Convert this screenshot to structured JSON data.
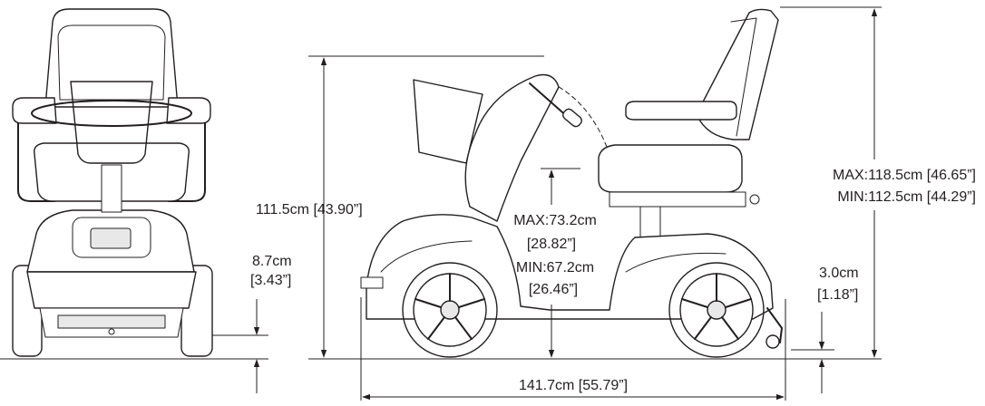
{
  "dimensions": {
    "height_front": "111.5cm [43.90”]",
    "ground_clearance_cm": "8.7cm",
    "ground_clearance_in": "[3.43”]",
    "tiller_max_cm": "MAX:73.2cm",
    "tiller_max_in": "[28.82”]",
    "tiller_min_cm": "MIN:67.2cm",
    "tiller_min_in": "[26.46”]",
    "seat_max": "MAX:118.5cm [46.65”]",
    "seat_min": "MIN:112.5cm [44.29”]",
    "rear_clearance_cm": "3.0cm",
    "rear_clearance_in": "[1.18”]",
    "length": "141.7cm [55.79”]"
  },
  "colors": {
    "line": "#231f20",
    "background": "#ffffff"
  }
}
